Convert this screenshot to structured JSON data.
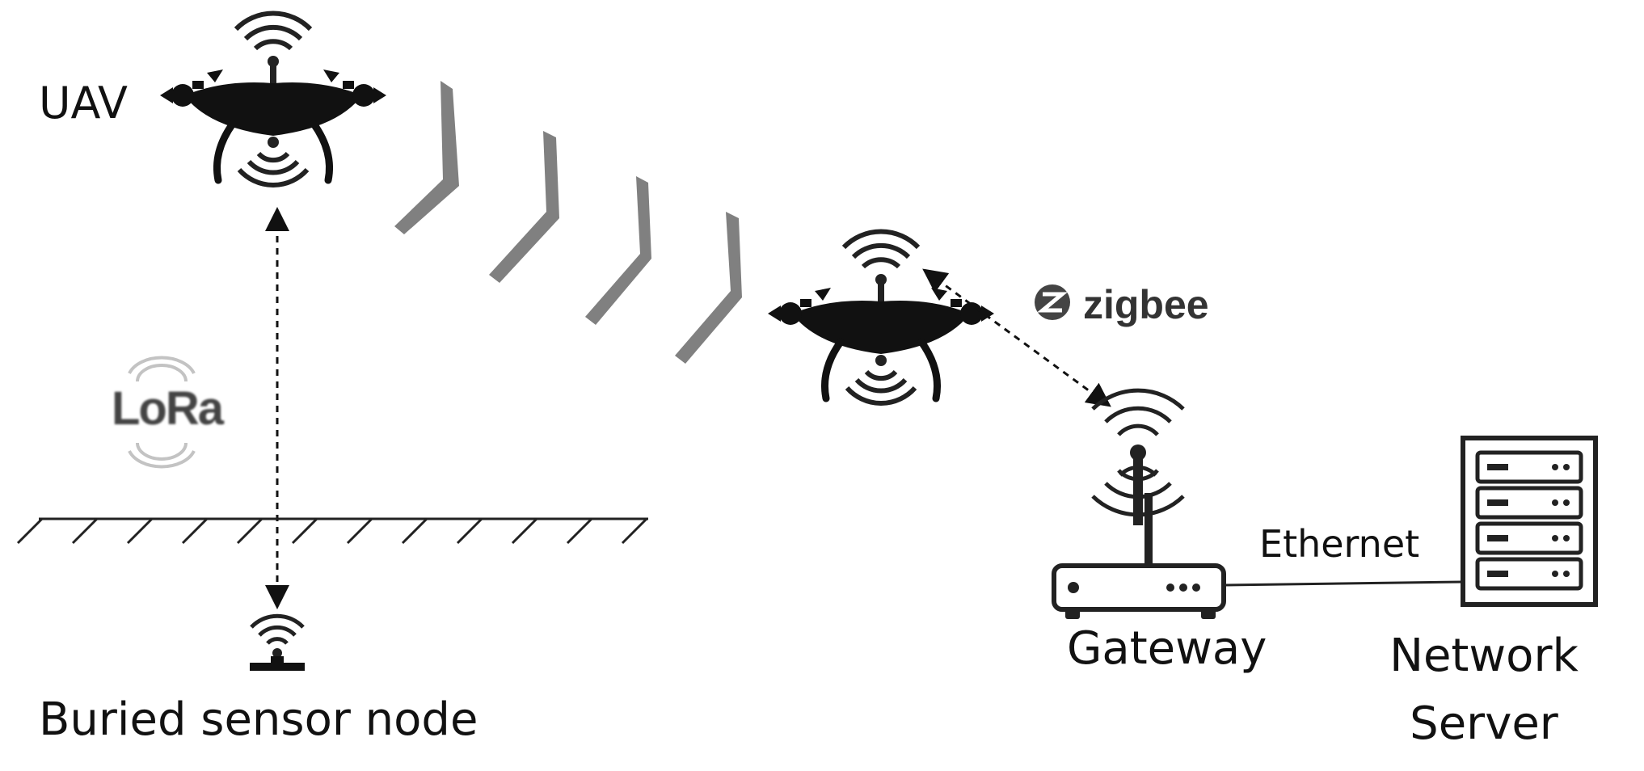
{
  "labels": {
    "uav": "UAV",
    "lora": "LoRa",
    "zigbee": "zigbee",
    "ethernet": "Ethernet",
    "gateway": "Gateway",
    "network_server_line1": "Network",
    "network_server_line2": "Server",
    "buried_sensor": "Buried sensor node"
  },
  "colors": {
    "ink": "#111111",
    "chevron": "#808080",
    "icon": "#222222"
  },
  "icons": [
    "drone-icon",
    "wifi-signal-icon",
    "router-icon",
    "server-rack-icon",
    "sensor-node-icon",
    "zigbee-logo-icon",
    "lora-logo-icon"
  ]
}
